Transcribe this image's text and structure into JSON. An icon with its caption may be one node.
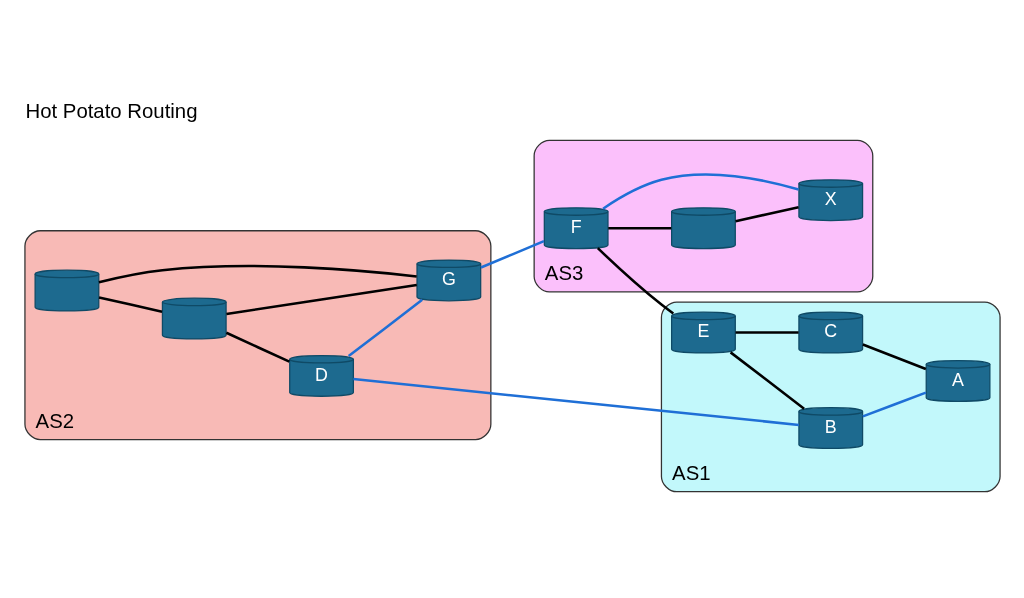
{
  "diagram": {
    "title": "Hot Potato Routing",
    "nodes": [
      {
        "text": [
          "AS2"
        ]
      },
      {
        "text": [],
        "shape": "cylinder",
        "in": 0
      },
      {
        "text": [],
        "shape": "cylinder",
        "in": 0
      },
      {
        "text": [
          "G"
        ],
        "in": 0
      },
      {
        "text": [
          "D"
        ],
        "in": 0
      },
      {
        "text": [
          "AS3"
        ]
      },
      {
        "text": [],
        "shape": "cylinder",
        "in": 5
      },
      {
        "text": [
          "F"
        ],
        "in": 5
      },
      {
        "text": [
          "X"
        ],
        "in": 5
      },
      {
        "text": [
          "AS1"
        ]
      },
      {
        "text": [
          "E"
        ],
        "in": 9
      },
      {
        "text": [
          "B"
        ],
        "in": 9
      },
      {
        "text": [
          "C"
        ],
        "in": 9
      },
      {
        "text": [
          "A"
        ],
        "in": 9
      }
    ],
    "edges": [
      {
        "from": 1,
        "to": 2,
        "arrow": "none"
      },
      {
        "from": 1,
        "to": 3,
        "arrow": "none"
      },
      {
        "from": 2,
        "to": 3,
        "arrow": "none"
      },
      {
        "from": 2,
        "to": 4,
        "arrow": "none"
      },
      {
        "from": 4,
        "to": 3,
        "arrow": "none",
        "color": "#1f6fd6"
      },
      {
        "from": 3,
        "to": 7,
        "arrow": "none",
        "color": "#1f6fd6"
      },
      {
        "from": 7,
        "to": 6,
        "arrow": "none"
      },
      {
        "from": 6,
        "to": 8,
        "arrow": "none"
      },
      {
        "from": 7,
        "to": 8,
        "arrow": "none",
        "color": "#1f6fd6"
      },
      {
        "from": 4,
        "to": 11,
        "arrow": "none",
        "color": "#1f6fd6"
      },
      {
        "from": 7,
        "to": 10,
        "arrow": "none"
      },
      {
        "from": 10,
        "to": 11,
        "arrow": "none"
      },
      {
        "from": 10,
        "to": 12,
        "arrow": "none"
      },
      {
        "from": 11,
        "to": 13,
        "arrow": "none",
        "color": "#1f6fd6"
      },
      {
        "from": 12,
        "to": 13,
        "arrow": "none"
      }
    ]
  }
}
